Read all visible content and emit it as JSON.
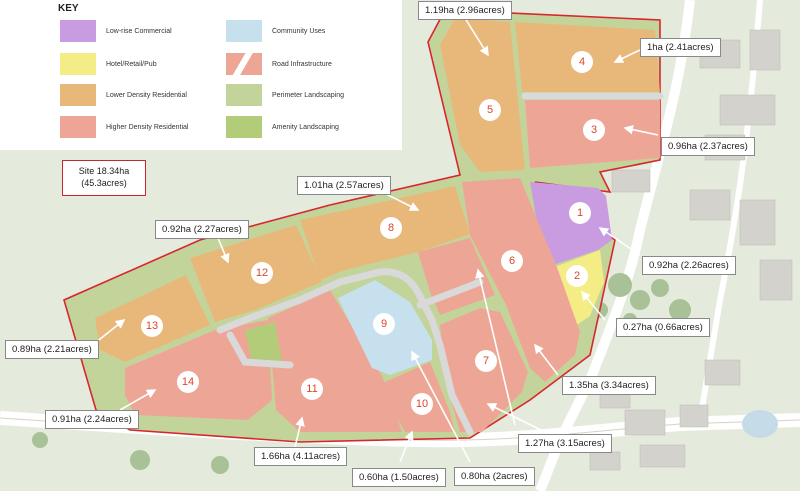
{
  "key": {
    "title": "KEY",
    "items": [
      {
        "label": "Low-rise Commercial",
        "color": "#c99be0"
      },
      {
        "label": "Hotel/Retail/Pub",
        "color": "#f4ec85"
      },
      {
        "label": "Lower Density Residential",
        "color": "#e8b87a"
      },
      {
        "label": "Higher Density Residential",
        "color": "#eda696"
      },
      {
        "label": "Community Uses",
        "color": "#c6e0ee"
      },
      {
        "label": "Road Infrastructure",
        "color": "#d9d9d9"
      },
      {
        "label": "Perimeter Landscaping",
        "color": "#c3d49b"
      },
      {
        "label": "Amenity Landscaping",
        "color": "#b3cc7a"
      }
    ]
  },
  "site": {
    "line1": "Site 18.34ha",
    "line2": "(45.3acres)"
  },
  "parcels": [
    {
      "number": "1",
      "area": "0.92ha (2.26acres)"
    },
    {
      "number": "2",
      "area": "0.27ha (0.66acres)"
    },
    {
      "number": "3",
      "area": "0.96ha (2.37acres)"
    },
    {
      "number": "4",
      "area": "1ha (2.41acres)"
    },
    {
      "number": "5",
      "area": "1.19ha (2.96acres)"
    },
    {
      "number": "6",
      "area": "1.35ha (3.34acres)"
    },
    {
      "number": "7",
      "area": "1.27ha (3.15acres)"
    },
    {
      "number": "8",
      "area": "1.01ha (2.57acres)"
    },
    {
      "number": "9",
      "area": "0.80ha (2acres)"
    },
    {
      "number": "10",
      "area": "0.60ha (1.50acres)"
    },
    {
      "number": "11",
      "area": "1.66ha (4.11acres)"
    },
    {
      "number": "12",
      "area": "0.92ha (2.27acres)"
    },
    {
      "number": "13",
      "area": "0.89ha (2.21acres)"
    },
    {
      "number": "14",
      "area": "0.91ha (2.24acres)"
    }
  ]
}
